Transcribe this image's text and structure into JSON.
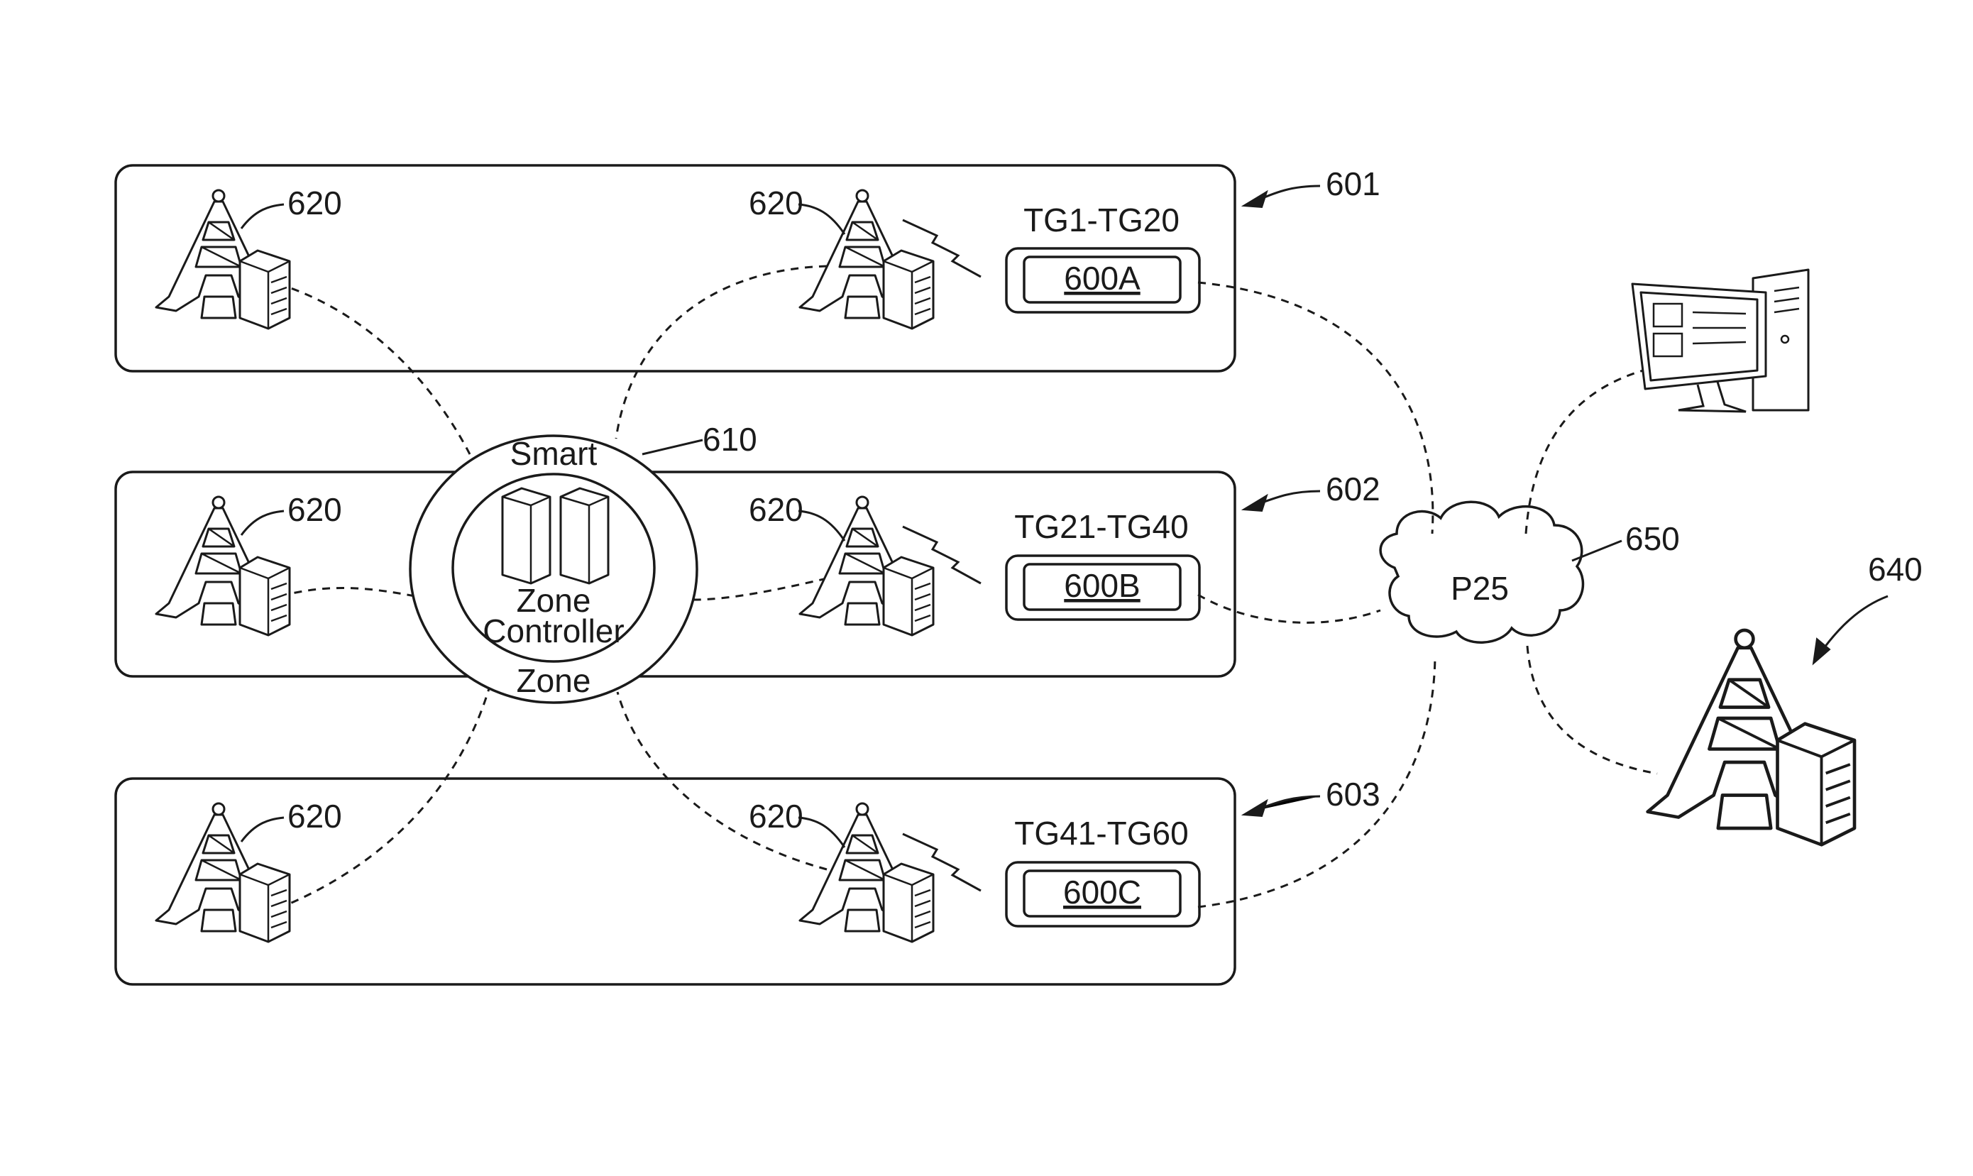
{
  "zones": [
    {
      "ref": "601",
      "talkgroups": "TG1-TG20",
      "radio": "600A",
      "site_ref_left": "620",
      "site_ref_right": "620"
    },
    {
      "ref": "602",
      "talkgroups": "TG21-TG40",
      "radio": "600B",
      "site_ref_left": "620",
      "site_ref_right": "620"
    },
    {
      "ref": "603",
      "talkgroups": "TG41-TG60",
      "radio": "600C",
      "site_ref_left": "620",
      "site_ref_right": "620"
    }
  ],
  "controller": {
    "ref": "610",
    "label_top": "Smart",
    "label_mid_1": "Zone",
    "label_mid_2": "Controller",
    "label_bottom": "Zone"
  },
  "network": {
    "ref": "650",
    "label": "P25"
  },
  "remote_site": {
    "ref": "640"
  },
  "icons": [
    "tower-with-server-icon",
    "lightning-link-icon",
    "server-racks-icon",
    "cloud-icon",
    "computer-workstation-icon"
  ]
}
